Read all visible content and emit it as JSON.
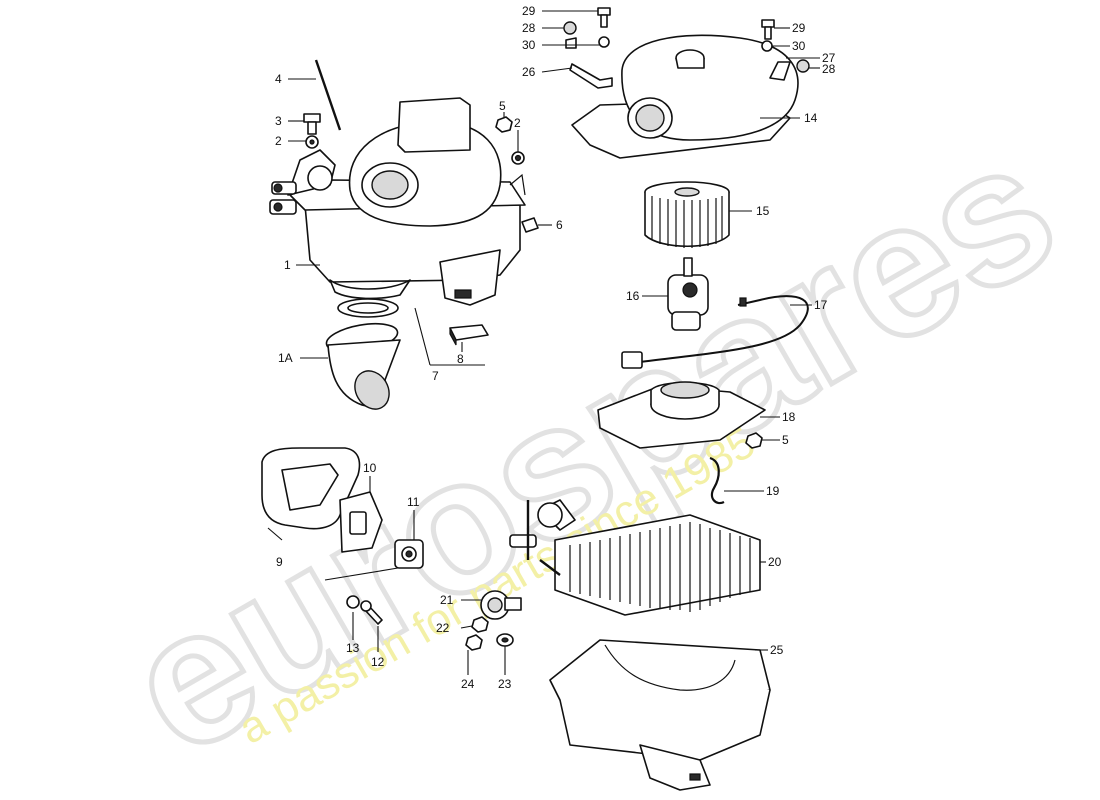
{
  "watermark": {
    "brand": "eurospares",
    "tagline": "a passion for parts since 1985",
    "colors": {
      "brand": "#e2e2e2",
      "tagline": "#f3f0a6"
    }
  },
  "callouts": {
    "c1": "1",
    "c1A": "1A",
    "c2a": "2",
    "c2b": "2",
    "c3": "3",
    "c4": "4",
    "c5a": "5",
    "c5b": "5",
    "c6": "6",
    "c7": "7",
    "c8": "8",
    "c9": "9",
    "c10": "10",
    "c11": "11",
    "c12": "12",
    "c13": "13",
    "c14": "14",
    "c15": "15",
    "c16": "16",
    "c17": "17",
    "c18": "18",
    "c19": "19",
    "c20": "20",
    "c21": "21",
    "c22": "22",
    "c23": "23",
    "c24": "24",
    "c25": "25",
    "c26": "26",
    "c27": "27",
    "c28a": "28",
    "c28b": "28",
    "c29a": "29",
    "c29b": "29",
    "c30a": "30",
    "c30b": "30"
  }
}
